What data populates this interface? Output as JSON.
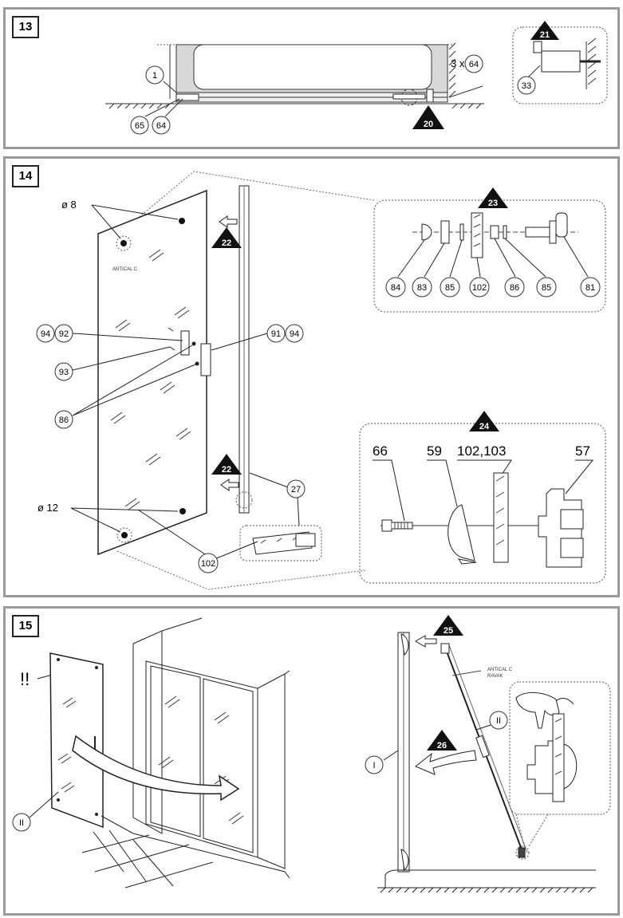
{
  "steps": [
    {
      "number": "13",
      "callouts": [
        "1",
        "65",
        "64",
        "64",
        "33"
      ],
      "multiplier": "3 x",
      "refs": [
        "20",
        "21"
      ]
    },
    {
      "number": "14",
      "callouts": [
        "94",
        "92",
        "93",
        "86",
        "91",
        "94",
        "27",
        "102",
        "84",
        "83",
        "85",
        "102",
        "86",
        "85",
        "81"
      ],
      "diameters": [
        "ø 8",
        "ø 12"
      ],
      "refs": [
        "22",
        "22",
        "23",
        "24"
      ],
      "glass_marking": "ANTICAL C",
      "detail_24_labels": [
        "66",
        "59",
        "102,103",
        "57"
      ]
    },
    {
      "number": "15",
      "warning": "!!",
      "panel_labels": [
        "II",
        "I",
        "II"
      ],
      "refs": [
        "25",
        "26"
      ],
      "glass_marking": [
        "ANTICAL C",
        "RAVAK"
      ]
    }
  ]
}
